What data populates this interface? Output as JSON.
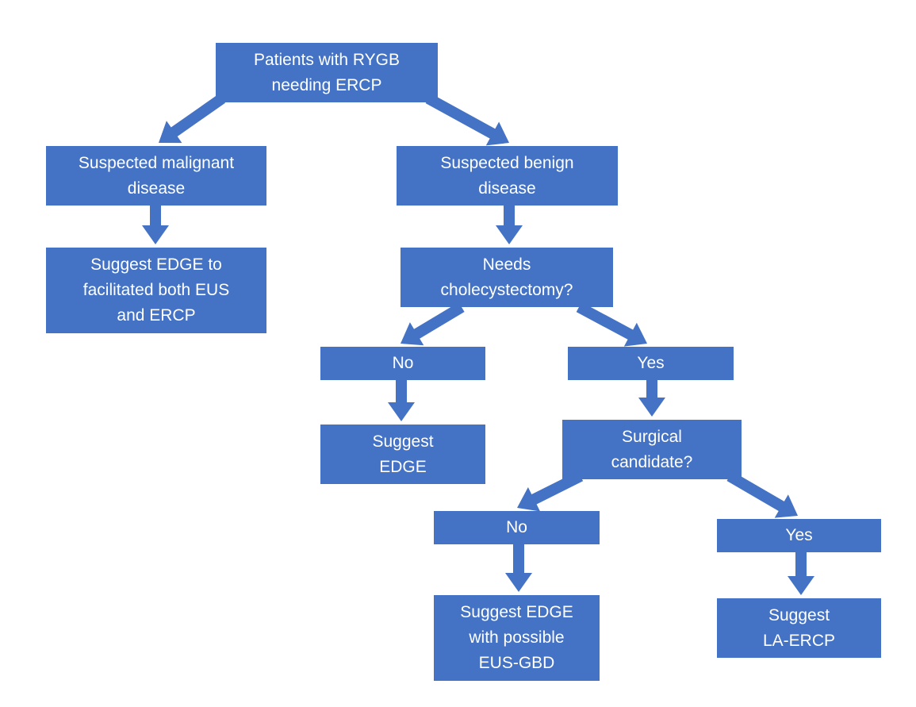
{
  "colors": {
    "box": "#4472c4",
    "arrow": "#4472c4",
    "text": "#ffffff",
    "background": "#ffffff"
  },
  "nodes": {
    "root": "Patients with RYGB\nneeding ERCP",
    "malignant": "Suspected malignant\ndisease",
    "benign": "Suspected benign\ndisease",
    "edge_both": "Suggest EDGE to\nfacilitated both EUS\nand ERCP",
    "needs_chole": "Needs\ncholecystectomy?",
    "no_chole": "No",
    "yes_chole": "Yes",
    "suggest_edge": "Suggest\nEDGE",
    "surgical": "Surgical\ncandidate?",
    "no_surg": "No",
    "yes_surg": "Yes",
    "edge_gbd": "Suggest EDGE\nwith possible\nEUS-GBD",
    "la_ercp": "Suggest\nLA-ERCP"
  },
  "edges": [
    [
      "root",
      "malignant"
    ],
    [
      "root",
      "benign"
    ],
    [
      "malignant",
      "edge_both"
    ],
    [
      "benign",
      "needs_chole"
    ],
    [
      "needs_chole",
      "no_chole"
    ],
    [
      "needs_chole",
      "yes_chole"
    ],
    [
      "no_chole",
      "suggest_edge"
    ],
    [
      "yes_chole",
      "surgical"
    ],
    [
      "surgical",
      "no_surg"
    ],
    [
      "surgical",
      "yes_surg"
    ],
    [
      "no_surg",
      "edge_gbd"
    ],
    [
      "yes_surg",
      "la_ercp"
    ]
  ]
}
